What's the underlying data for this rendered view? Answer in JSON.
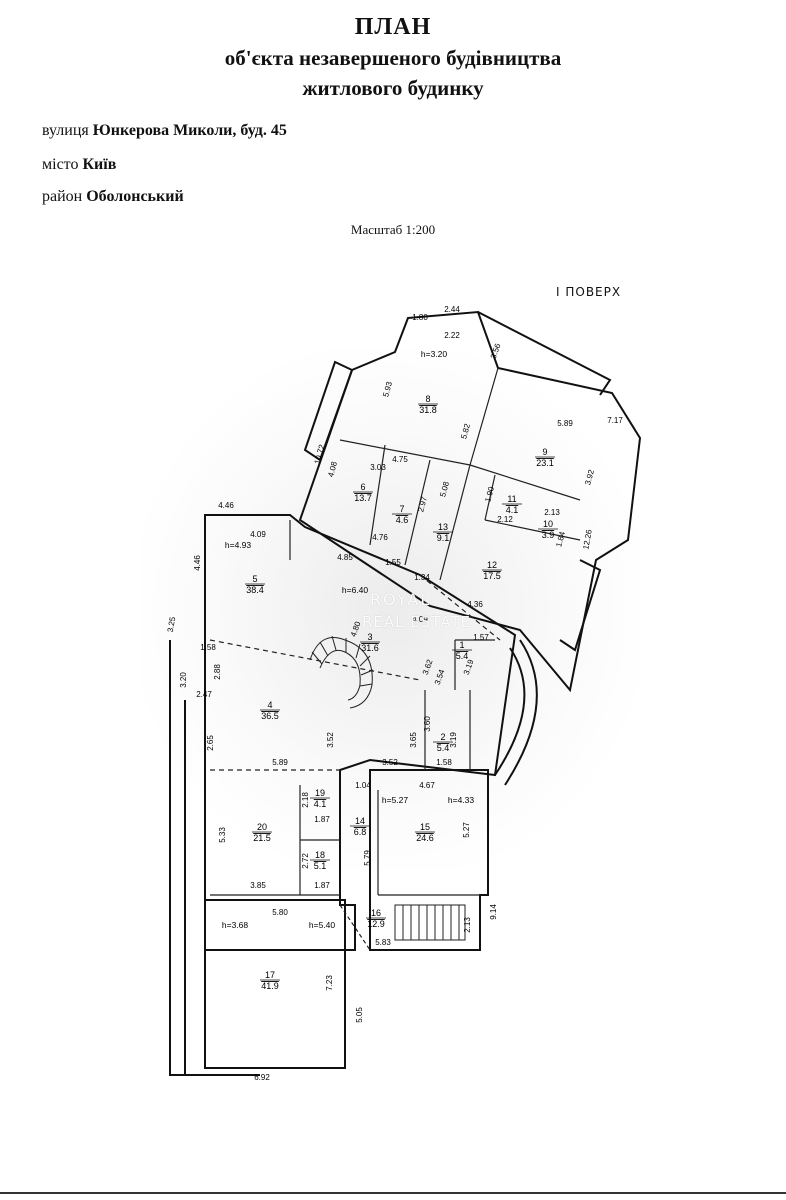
{
  "header": {
    "title": "ПЛАН",
    "subtitle_line1": "об'єкта незавершеного будівництва",
    "subtitle_line2": "житлового будинку"
  },
  "address": {
    "street_label": "вулиця",
    "street_value": "Юнкерова Миколи,  буд. 45",
    "city_label": "місто",
    "city_value": "Київ",
    "district_label": "район",
    "district_value": "Оболонський"
  },
  "scale": "Масштаб 1:200",
  "floor_label": "І ПОВЕРХ",
  "watermark": {
    "line1": "ROYAL",
    "line2": "REAL ESTATE"
  },
  "rooms": [
    {
      "num": "1",
      "area": "5.4"
    },
    {
      "num": "2",
      "area": "5.4"
    },
    {
      "num": "3",
      "area": "31.6"
    },
    {
      "num": "4",
      "area": "36.5"
    },
    {
      "num": "5",
      "area": "38.4"
    },
    {
      "num": "6",
      "area": "13.7"
    },
    {
      "num": "7",
      "area": "4.6"
    },
    {
      "num": "8",
      "area": "31.8"
    },
    {
      "num": "9",
      "area": "23.1"
    },
    {
      "num": "10",
      "area": "3.9"
    },
    {
      "num": "11",
      "area": "4.1"
    },
    {
      "num": "12",
      "area": "17.5"
    },
    {
      "num": "13",
      "area": "9.1"
    },
    {
      "num": "14",
      "area": "6.8"
    },
    {
      "num": "15",
      "area": "24.6"
    },
    {
      "num": "16",
      "area": "12.9"
    },
    {
      "num": "17",
      "area": "41.9"
    },
    {
      "num": "18",
      "area": "5.1"
    },
    {
      "num": "19",
      "area": "4.1"
    },
    {
      "num": "20",
      "area": "21.5"
    }
  ],
  "heights": [
    "h=3.20",
    "h=4.93",
    "h=6.40",
    "h=5.27",
    "h=4.33",
    "h=3.68",
    "h=5.40"
  ],
  "dimensions": [
    "1.80",
    "2.44",
    "2.22",
    "3.56",
    "5.93",
    "5.82",
    "5.89",
    "7.17",
    "10.72",
    "4.08",
    "3.03",
    "4.75",
    "2.97",
    "5.08",
    "1.90",
    "2.13",
    "2.12",
    "1.84",
    "12.26",
    "3.92",
    "4.46",
    "4.09",
    "4.76",
    "4.85",
    "4.46",
    "1.55",
    "1.34",
    "4.36",
    "4.80",
    "4.09",
    "3.25",
    "1.58",
    "2.88",
    "3.20",
    "2.47",
    "3.62",
    "3.54",
    "1.57",
    "3.19",
    "3.65",
    "3.60",
    "3.19",
    "2.65",
    "3.52",
    "5.89",
    "3.52",
    "1.58",
    "1.04",
    "4.67",
    "2.18",
    "1.87",
    "5.33",
    "5.79",
    "5.27",
    "2.72",
    "3.85",
    "1.87",
    "5.80",
    "5.83",
    "2.13",
    "9.14",
    "7.23",
    "5.05",
    "6.92"
  ]
}
